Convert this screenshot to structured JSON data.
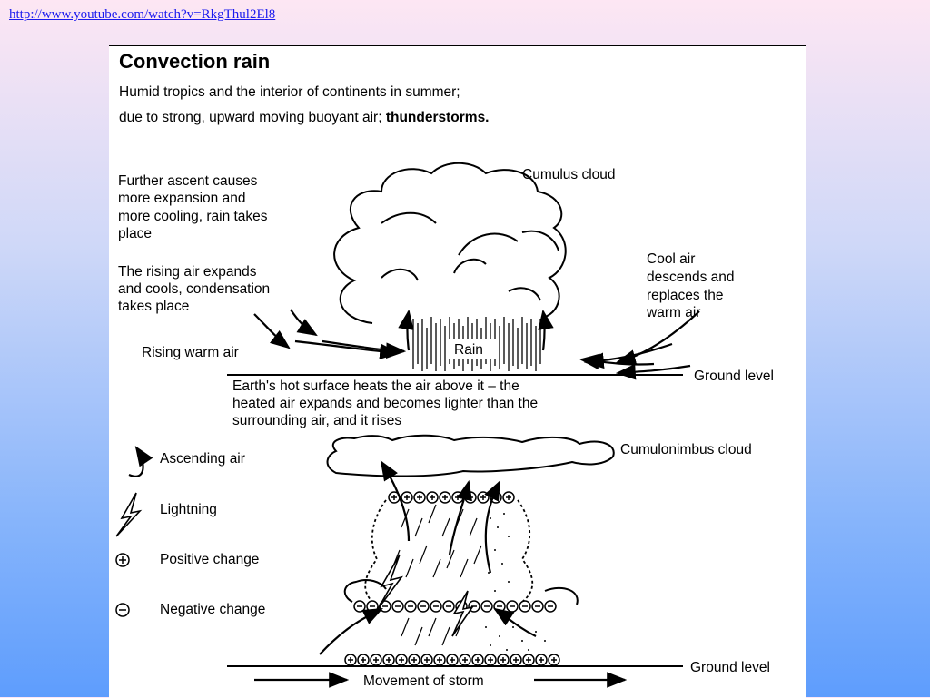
{
  "url": "http://www.youtube.com/watch?v=RkgThul2El8",
  "title": "Convection rain",
  "subtitle_line1": "Humid tropics and the interior of continents in summer;",
  "subtitle_line2_normal": "due to strong, upward moving buoyant air; ",
  "subtitle_line2_bold": "thunderstorms.",
  "top": {
    "further_ascent": [
      "Further ascent causes",
      "more expansion and",
      "more cooling, rain takes",
      "place"
    ],
    "rising_expands": [
      "The rising air expands",
      "and cools, condensation",
      "takes place"
    ],
    "rising_warm_air": "Rising warm air",
    "cumulus_cloud": "Cumulus cloud",
    "cool_air": [
      "Cool air",
      "descends and",
      "replaces the",
      "warm air"
    ],
    "rain": "Rain",
    "ground_level": "Ground level",
    "earth_hot": [
      "Earth's hot surface heats the air above it – the",
      "heated air expands and becomes lighter than the",
      "surrounding air, and it rises"
    ]
  },
  "bottom": {
    "cumulonimbus_cloud": "Cumulonimbus cloud",
    "legend": [
      "Ascending air",
      "Lightning",
      "Positive change",
      "Negative change"
    ],
    "ground_level": "Ground level",
    "movement": "Movement of storm"
  }
}
